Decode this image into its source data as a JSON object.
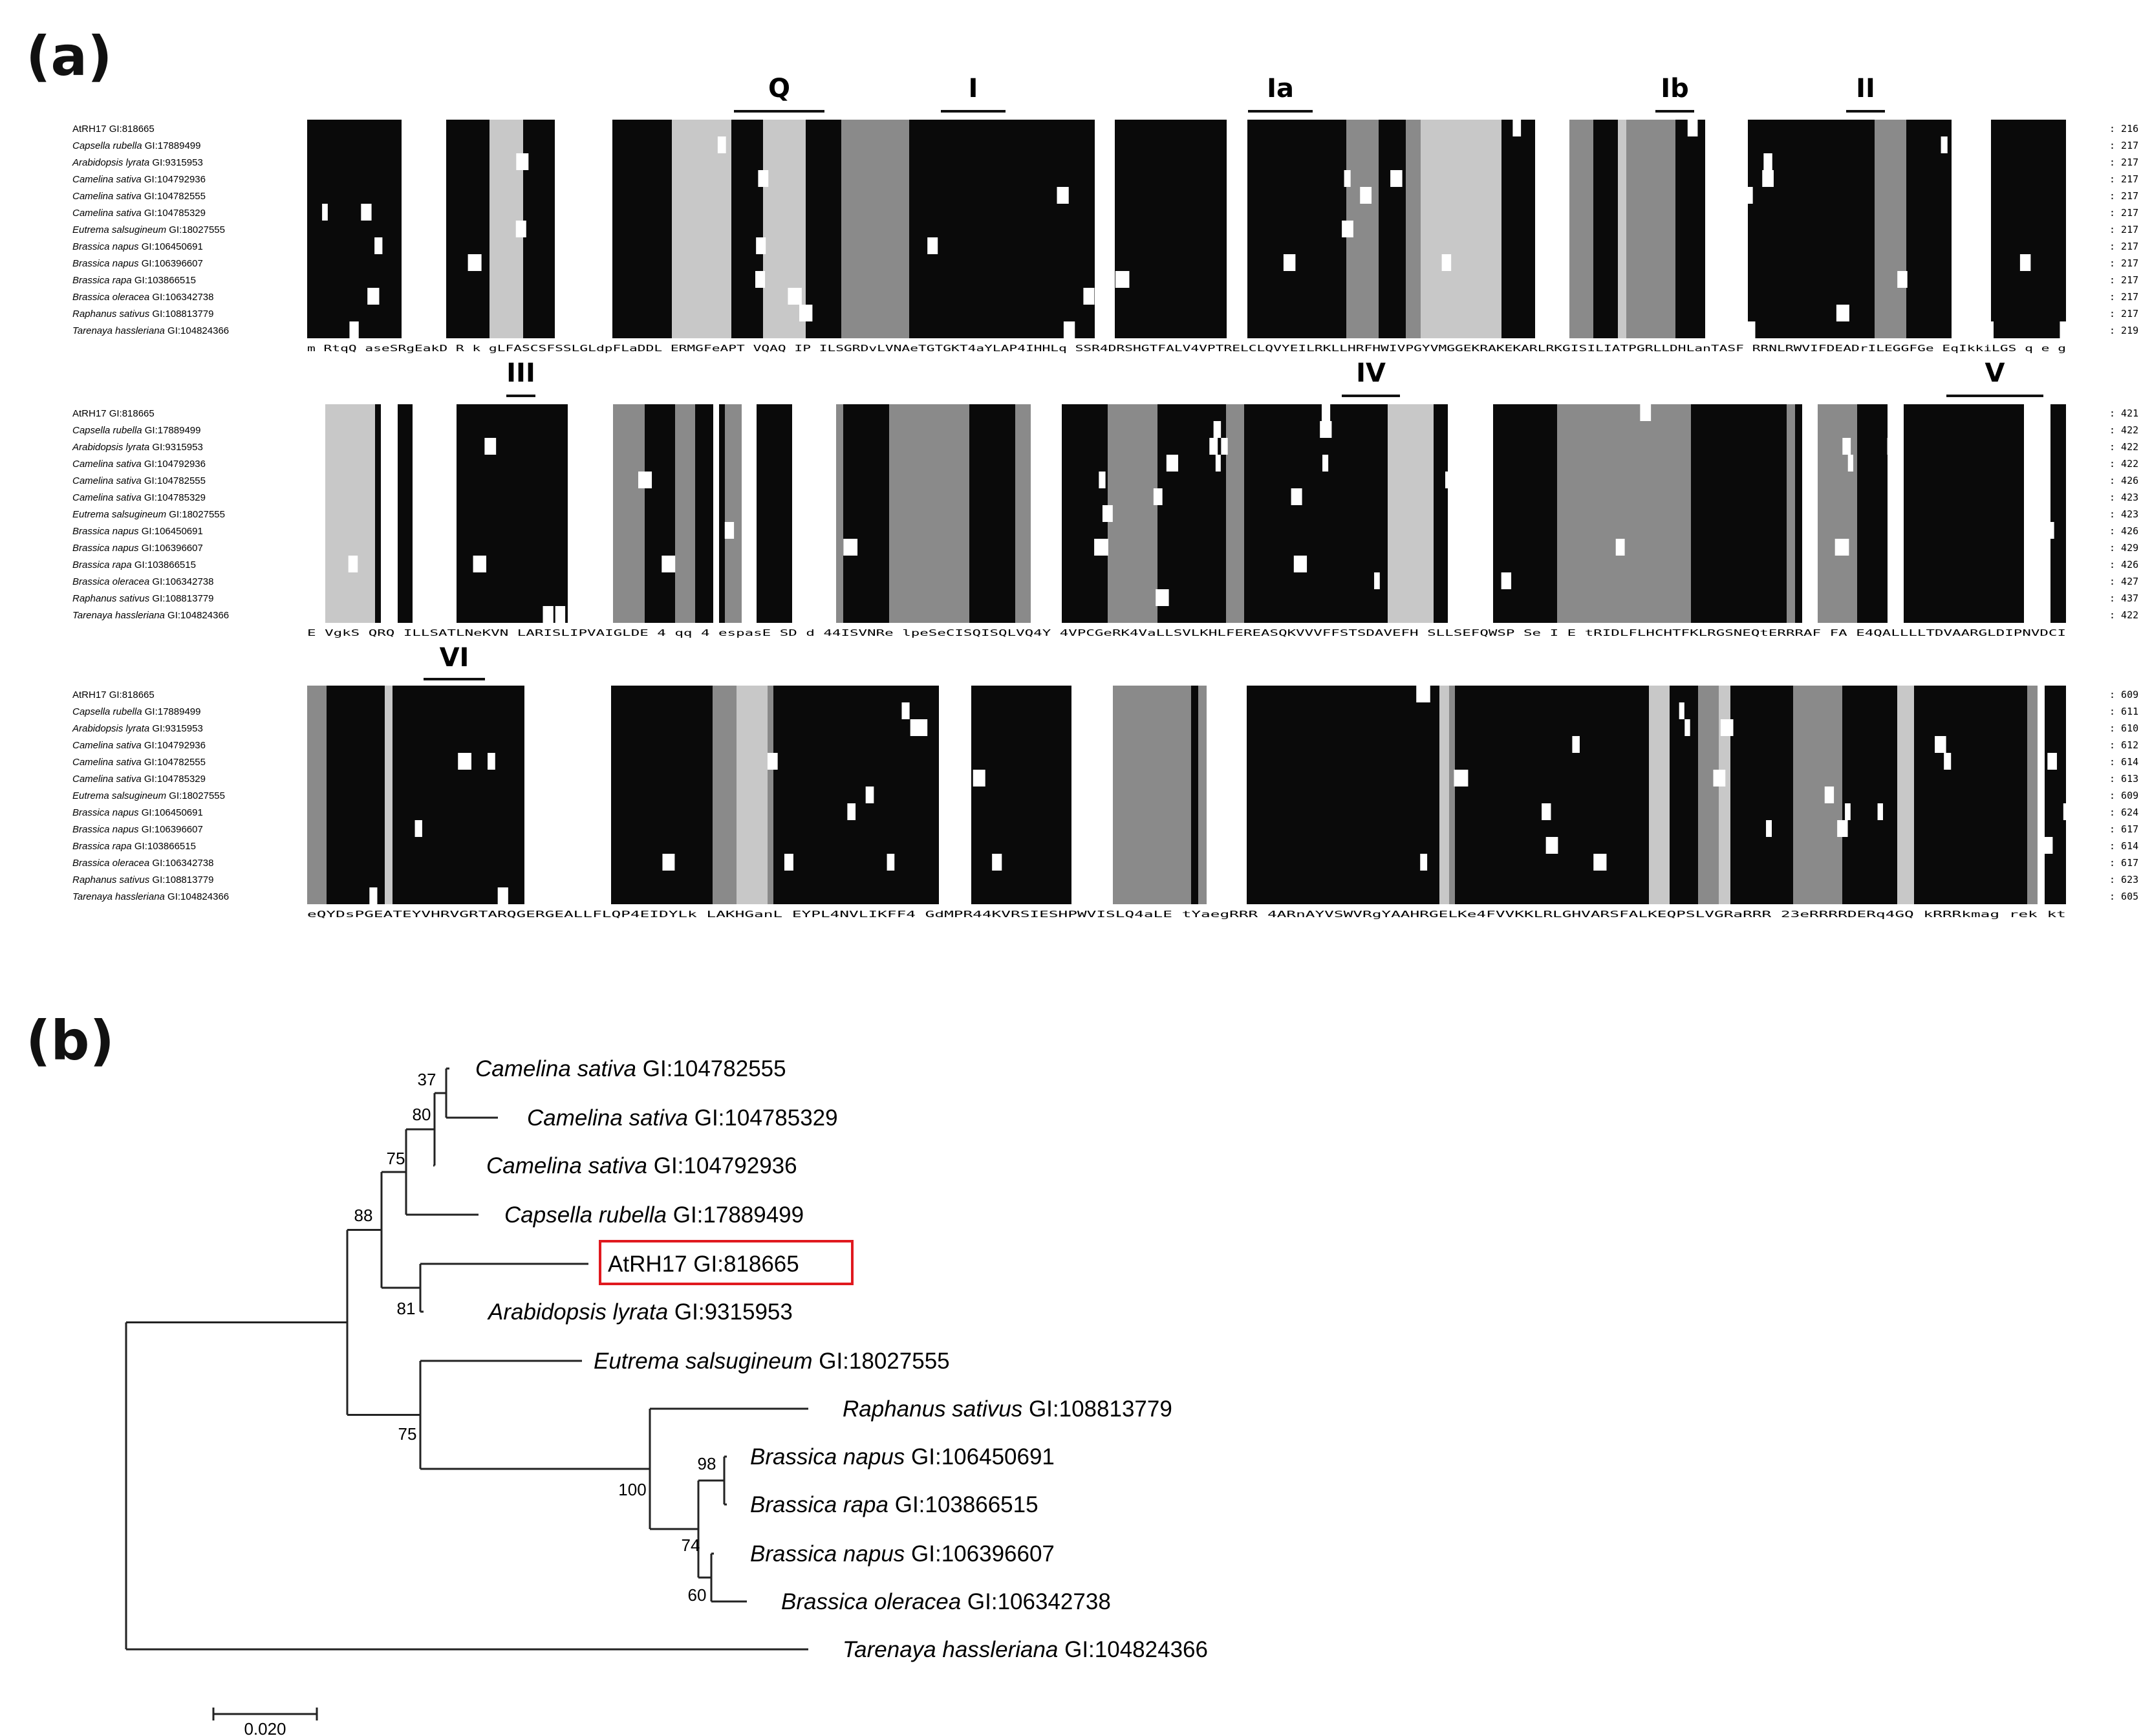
{
  "panel_a": {
    "label": "(a)",
    "blocks": [
      {
        "motifs": [
          "Q",
          "I",
          "Ia",
          "Ib",
          "II"
        ],
        "end_positions": [
          "216",
          "217",
          "217",
          "217",
          "217",
          "217",
          "217",
          "217",
          "217",
          "217",
          "217",
          "217",
          "219"
        ],
        "consensus": "m  RtqQ  aseSRgEakD    R     k  gLFASCSFSSLGLdpFLaDDL ERMGFeAPT VQAQ  IP ILSGRDvLVNAeTGTGKT4aYLAP4IHHLq  SSR4DRSHGTFALV4VPTRELCLQVYEILRKLLHRFHWIVPGYVMGGEKRAKEKARLRKGISILIATPGRLLDHLanTASF RRNLRWVIFDEADrILEGGFGe EqIkkiLGS  q e g"
      },
      {
        "motifs": [
          "III",
          "IV",
          "V"
        ],
        "end_positions": [
          "421",
          "422",
          "422",
          "422",
          "426",
          "423",
          "423",
          "426",
          "429",
          "426",
          "427",
          "437",
          "422"
        ],
        "consensus": "E  VgkS  QRQ  ILLSATLNeKVN LARISLIPVAIGLDE 4 qq  4    espasE SD d    44ISVNRe lpeSeCISQISQLVQ4Y 4VPCGeRK4VaLLSVLKHLFEREASQKVVVFFSTSDAVEFH SLLSEFQWSP Se I E     tRIDLFLHCHTFKLRGSNEQtERRRAF  FA E4QALLLLTDVAARGLDIPNVDCI"
      },
      {
        "motifs": [
          "VI"
        ],
        "end_positions": [
          "609",
          "611",
          "610",
          "612",
          "614",
          "613",
          "609",
          "624",
          "617",
          "614",
          "617",
          "623",
          "605"
        ],
        "consensus": "eQYDsPGEATEYVHRVGRTARQGERGEALLFLQP4EIDYLk LAKHGanL EYPL4NVLIKFF4 GdMPR44KVRSIESHPWVISLQ4aLE tYaegRRR 4ARnAYVSWVRgYAAHRGELKe4FVVKKLRLGHVARSFALKEQPSLVGRaRRR  23eRRRRDERq4GQ  kRRRkmag   rek kt"
      }
    ],
    "sequences": [
      {
        "species": "",
        "gi": "AtRH17 GI:818665",
        "italic": false
      },
      {
        "species": "Capsella rubella",
        "gi": "GI:17889499",
        "italic": true
      },
      {
        "species": "Arabidopsis lyrata",
        "gi": "GI:9315953",
        "italic": true
      },
      {
        "species": "Camelina sativa",
        "gi": "GI:104792936",
        "italic": true
      },
      {
        "species": "Camelina sativa",
        "gi": "GI:104782555",
        "italic": true
      },
      {
        "species": "Camelina sativa",
        "gi": "GI:104785329",
        "italic": true
      },
      {
        "species": "Eutrema salsugineum",
        "gi": "GI:18027555",
        "italic": true
      },
      {
        "species": "Brassica napus",
        "gi": "GI:106450691",
        "italic": true
      },
      {
        "species": "Brassica napus",
        "gi": "GI:106396607",
        "italic": true
      },
      {
        "species": "Brassica rapa",
        "gi": "GI:103866515",
        "italic": true
      },
      {
        "species": "Brassica oleracea",
        "gi": "GI:106342738",
        "italic": true
      },
      {
        "species": "Raphanus sativus",
        "gi": "GI:108813779",
        "italic": true
      },
      {
        "species": "Tarenaya hassleriana",
        "gi": "GI:104824366",
        "italic": true
      }
    ]
  },
  "panel_b": {
    "label": "(b)",
    "scale_bar": "0.020",
    "highlight_color": "#e0191f",
    "leaves": [
      {
        "species": "Camelina sativa",
        "gi": "GI:104782555"
      },
      {
        "species": "Camelina sativa",
        "gi": "GI:104785329"
      },
      {
        "species": "Camelina sativa",
        "gi": "GI:104792936"
      },
      {
        "species": "Capsella rubella",
        "gi": "GI:17889499"
      },
      {
        "species": "",
        "gi": "AtRH17 GI:818665",
        "highlighted": true
      },
      {
        "species": "Arabidopsis lyrata",
        "gi": "GI:9315953"
      },
      {
        "species": "Eutrema salsugineum",
        "gi": "GI:18027555"
      },
      {
        "species": "Raphanus sativus",
        "gi": "GI:108813779"
      },
      {
        "species": "Brassica napus",
        "gi": "GI:106450691"
      },
      {
        "species": "Brassica rapa",
        "gi": "GI:103866515"
      },
      {
        "species": "Brassica napus",
        "gi": "GI:106396607"
      },
      {
        "species": "Brassica oleracea",
        "gi": "GI:106342738"
      },
      {
        "species": "Tarenaya hassleriana",
        "gi": "GI:104824366"
      }
    ],
    "bootstrap": [
      "37",
      "80",
      "75",
      "88",
      "81",
      "75",
      "100",
      "98",
      "74",
      "60"
    ]
  }
}
